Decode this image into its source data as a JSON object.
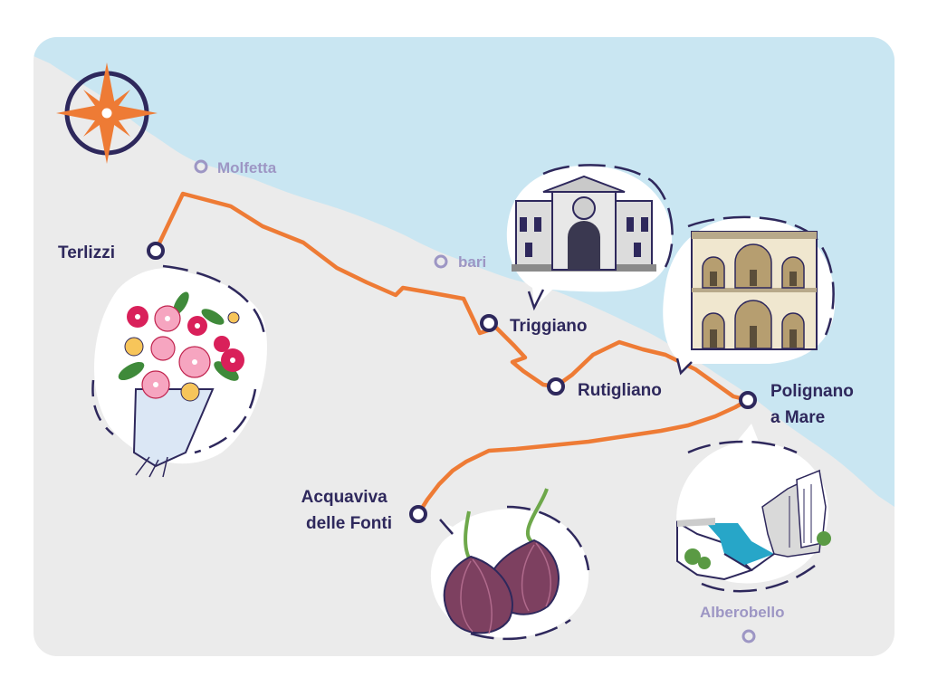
{
  "colors": {
    "sea": "#c9e6f2",
    "land": "#ebebeb",
    "route": "#ee7b35",
    "stop_marker": "#2e285c",
    "stop_label": "#2e285c",
    "minor_label": "#9d96c4",
    "compass_orange": "#ee7b35",
    "compass_ring": "#2e285c",
    "bubble_outline": "#2e285c"
  },
  "map": {
    "compass": {
      "icon": "compass-rose-icon"
    },
    "route_stops": [
      {
        "id": "terlizzi",
        "label": "Terlizzi"
      },
      {
        "id": "triggiano",
        "label": "Triggiano"
      },
      {
        "id": "rutigliano",
        "label": "Rutigliano"
      },
      {
        "id": "polignano",
        "label_lines": [
          "Polignano",
          "a Mare"
        ]
      },
      {
        "id": "acquaviva",
        "label_lines": [
          "Acquaviva",
          "delle Fonti"
        ]
      }
    ],
    "other_places": [
      {
        "id": "molfetta",
        "label": "Molfetta"
      },
      {
        "id": "bari",
        "label": "bari"
      },
      {
        "id": "alberobello",
        "label": "Alberobello"
      }
    ],
    "illustrations": [
      {
        "id": "flowers",
        "icon": "flower-bouquet-icon"
      },
      {
        "id": "cathedral",
        "icon": "cathedral-icon"
      },
      {
        "id": "palace",
        "icon": "palace-facade-icon"
      },
      {
        "id": "coast",
        "icon": "coastal-cove-icon"
      },
      {
        "id": "onions",
        "icon": "red-onion-icon"
      }
    ]
  }
}
